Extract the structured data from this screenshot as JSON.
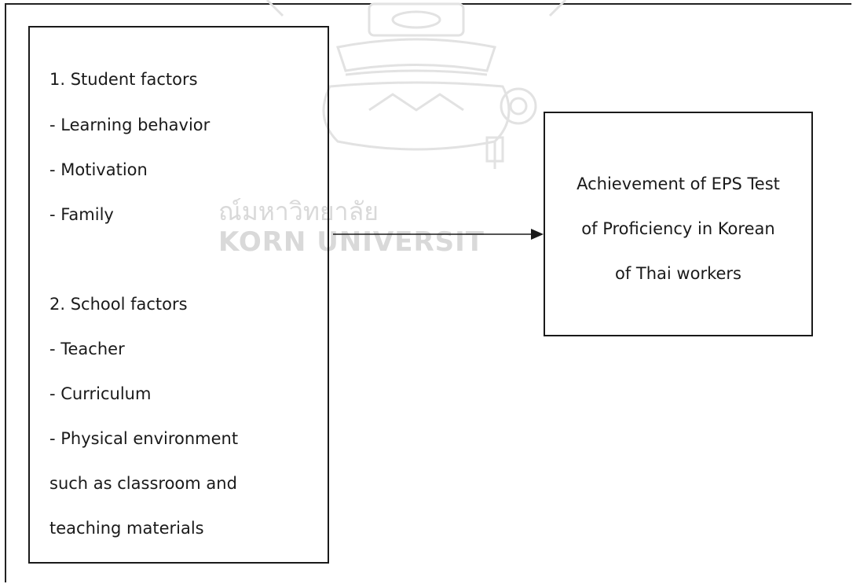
{
  "watermark": {
    "thai": "ณ์มหาวิทยาลัย",
    "university": "KORN UNIVERSIT"
  },
  "factors_box": {
    "lines": [
      "1. Student factors",
      "- Learning behavior",
      "- Motivation",
      "- Family",
      "",
      "2. School factors",
      "- Teacher",
      "- Curriculum",
      "- Physical environment",
      "such as classroom and",
      "teaching materials"
    ]
  },
  "outcome_box": {
    "lines": [
      "Achievement of EPS Test",
      "of Proficiency in Korean",
      "of Thai workers"
    ]
  },
  "colors": {
    "stroke": "#1a1a1a",
    "watermark": "#d9d9d9"
  }
}
